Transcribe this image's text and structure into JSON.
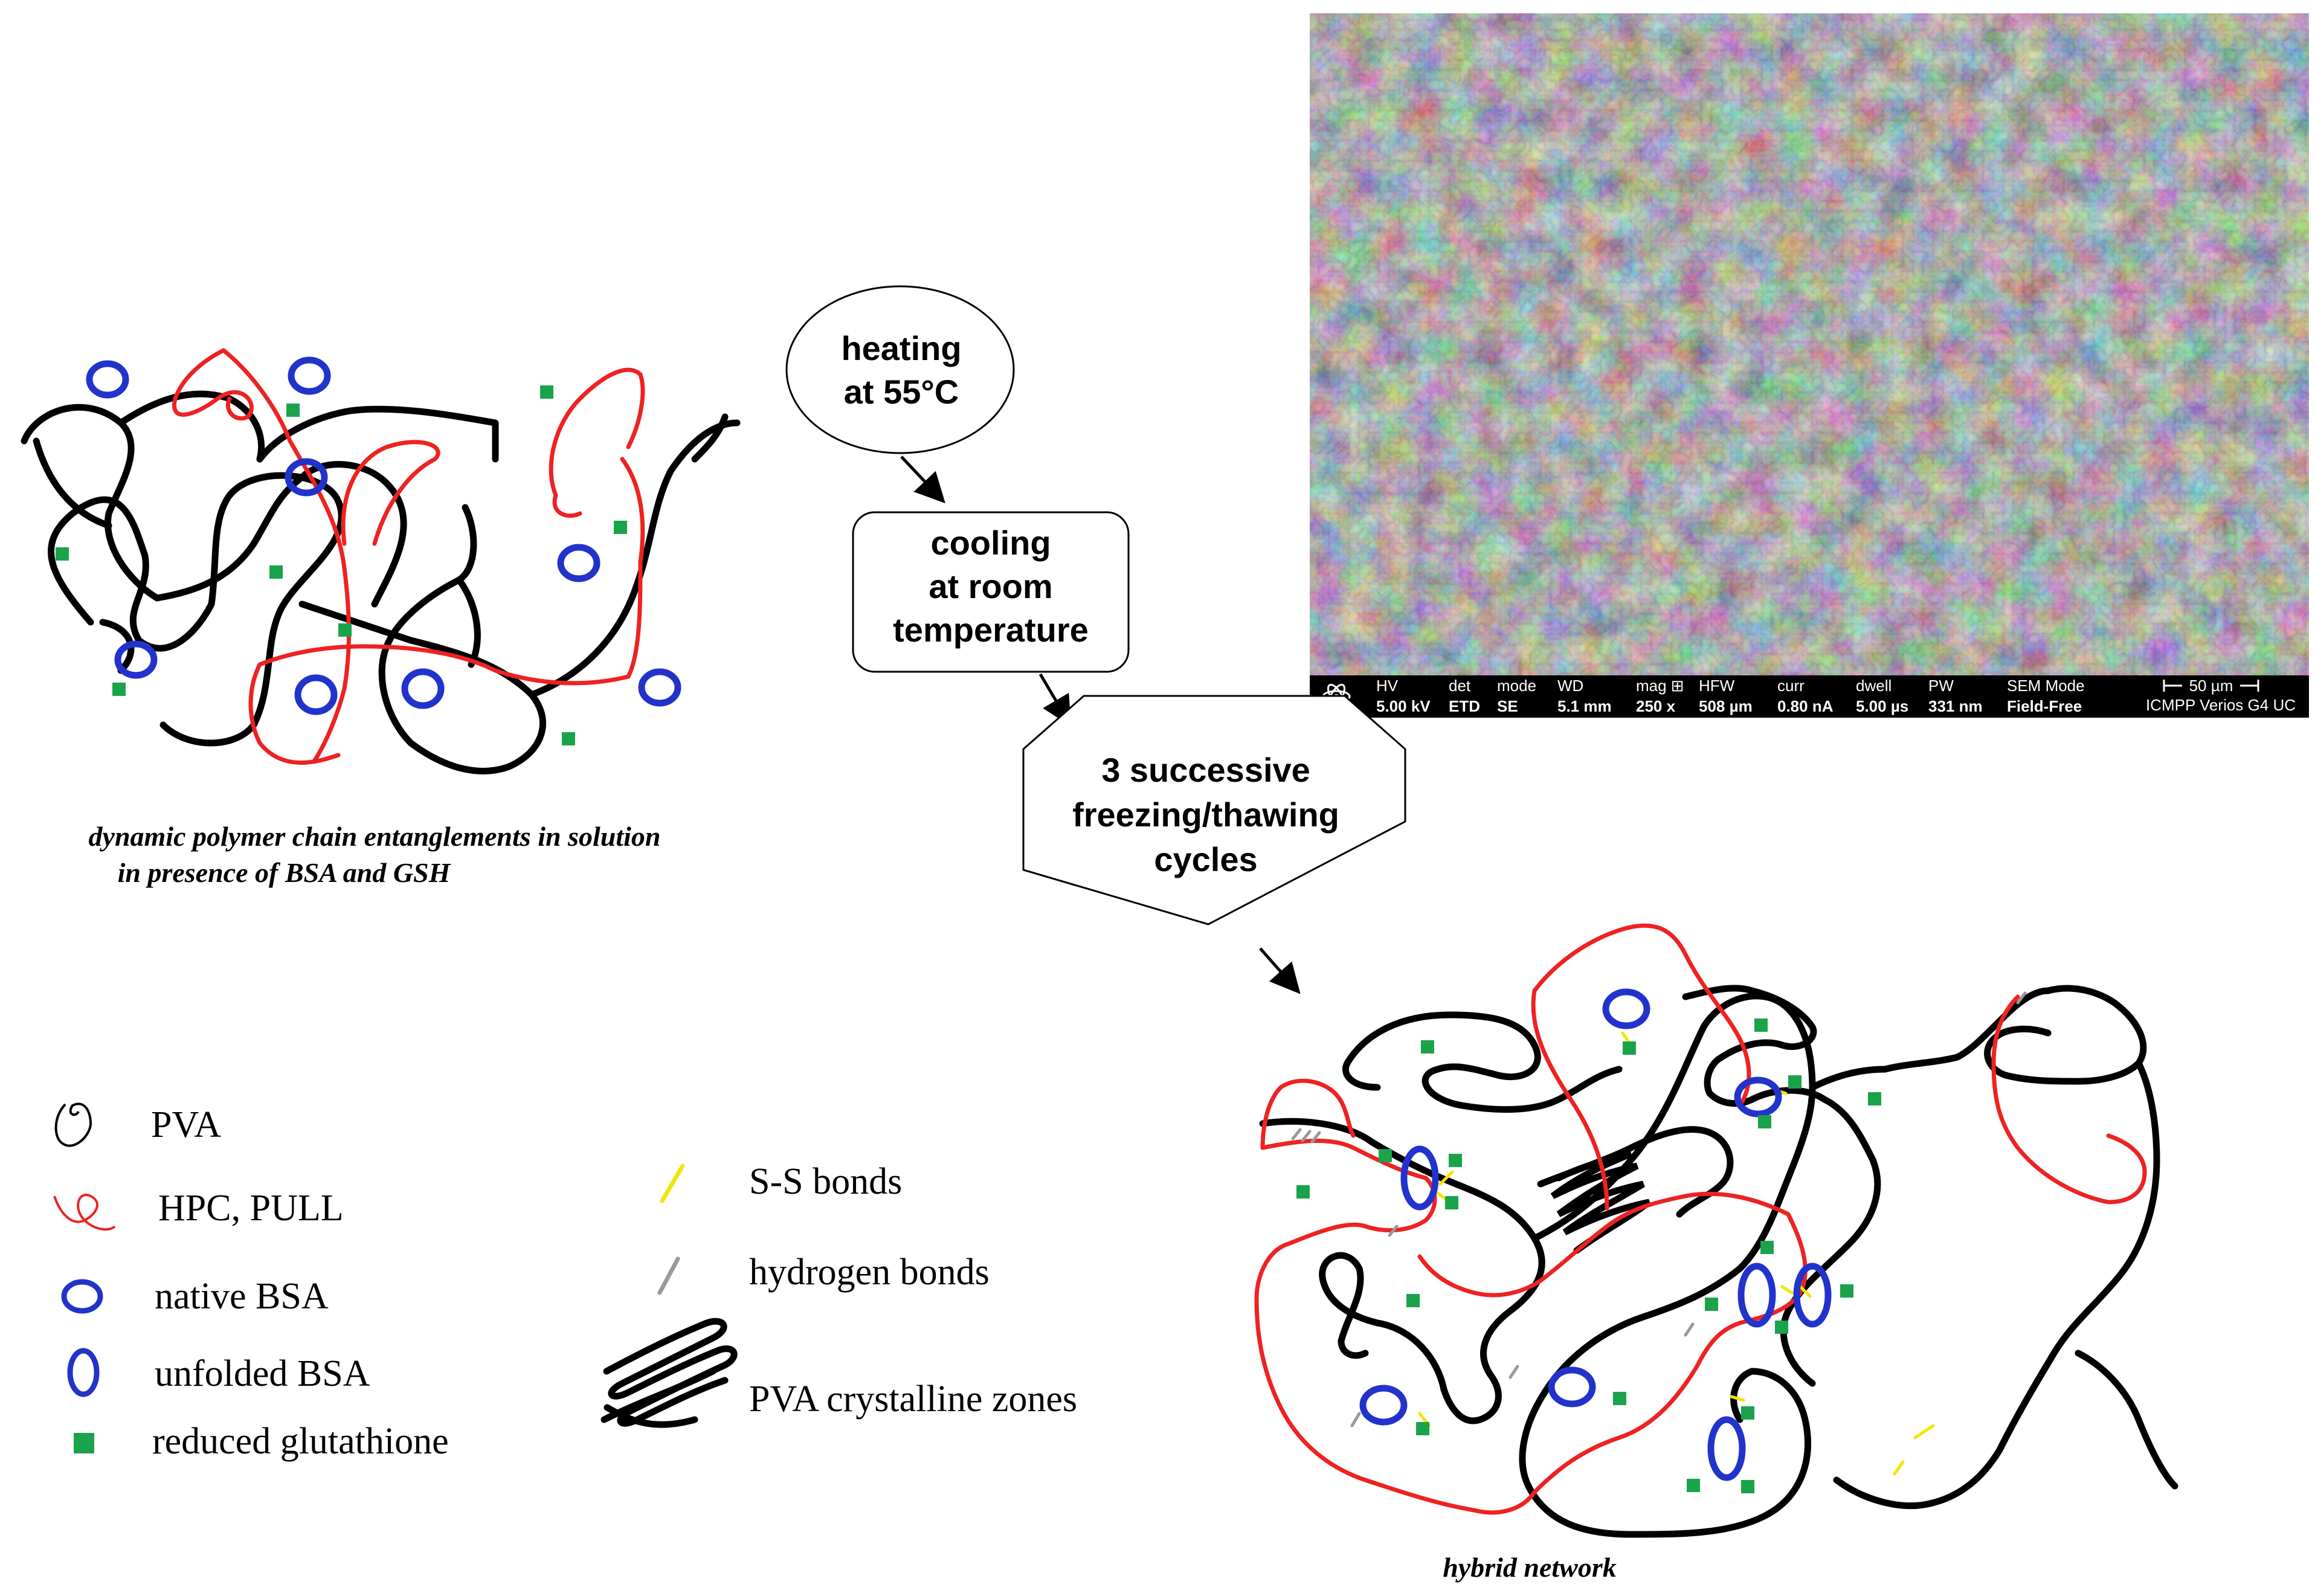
{
  "steps": {
    "heating": [
      "heating",
      "at 55°C"
    ],
    "cooling": [
      "cooling",
      "at room",
      "temperature"
    ],
    "freezing": [
      "3 successive",
      "freezing/thawing",
      "cycles"
    ]
  },
  "captions": {
    "solution_line1": "dynamic polymer chain entanglements in solution",
    "solution_line2": "in presence of BSA and GSH",
    "network": "hybrid network"
  },
  "legend_left": {
    "pva": "PVA",
    "hpc_pull": "HPC, PULL",
    "native_bsa": "native BSA",
    "unfolded_bsa": "unfolded BSA",
    "glutathione": "reduced glutathione"
  },
  "legend_right": {
    "ss_bonds": "S-S bonds",
    "hydrogen_bonds": "hydrogen  bonds",
    "crystalline": "PVA crystalline  zones"
  },
  "sem": {
    "headers": [
      "HV",
      "det",
      "mode",
      "WD",
      "mag ⊞",
      "HFW",
      "curr",
      "dwell",
      "PW",
      "SEM Mode"
    ],
    "values": [
      "5.00 kV",
      "ETD",
      "SE",
      "5.1 mm",
      "250 x",
      "508 µm",
      "0.80 nA",
      "5.00 µs",
      "331 nm",
      "Field-Free"
    ],
    "scale": "50 µm",
    "instrument": "ICMPP Verios G4 UC"
  },
  "colors": {
    "pva": "#000000",
    "hpc_pull": "#ee2222",
    "bsa": "#2233cc",
    "glutathione": "#1aa34a",
    "ss_bond": "#f2e600",
    "hydrogen_bond": "#999999"
  }
}
